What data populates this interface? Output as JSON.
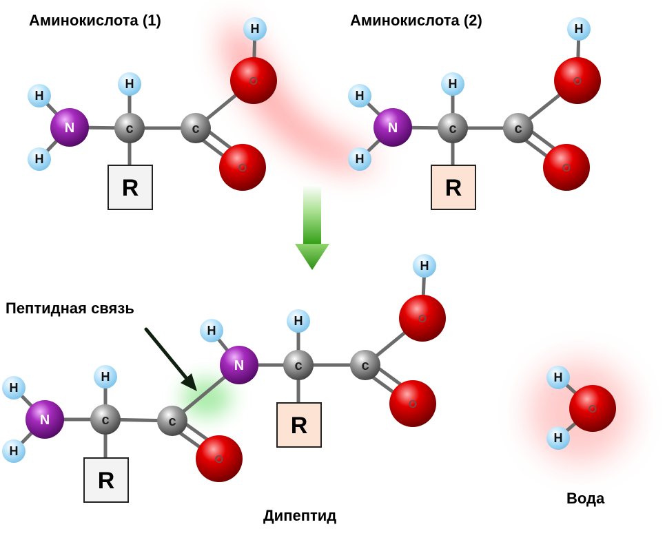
{
  "labels": {
    "amino1": "Аминокислота (1)",
    "amino2": "Аминокислота (2)",
    "peptide_bond": "Пептидная связь",
    "dipeptide": "Дипептид",
    "water": "Вода"
  },
  "atoms": {
    "H": "H",
    "N": "N",
    "C": "c",
    "O": "O",
    "R": "R"
  },
  "colors": {
    "hydrogen": "#a9dcf7",
    "nitrogen": "#8e1aa0",
    "carbon": "#8c8c8c",
    "oxygen": "#e00000",
    "bond": "#6b6b6b",
    "r_box_plain": "#f3f3f3",
    "r_box_peach": "#fde3d3",
    "arrow": "#3aaa1e",
    "highlight_red": "#ff5555",
    "highlight_green": "#66dd66"
  }
}
